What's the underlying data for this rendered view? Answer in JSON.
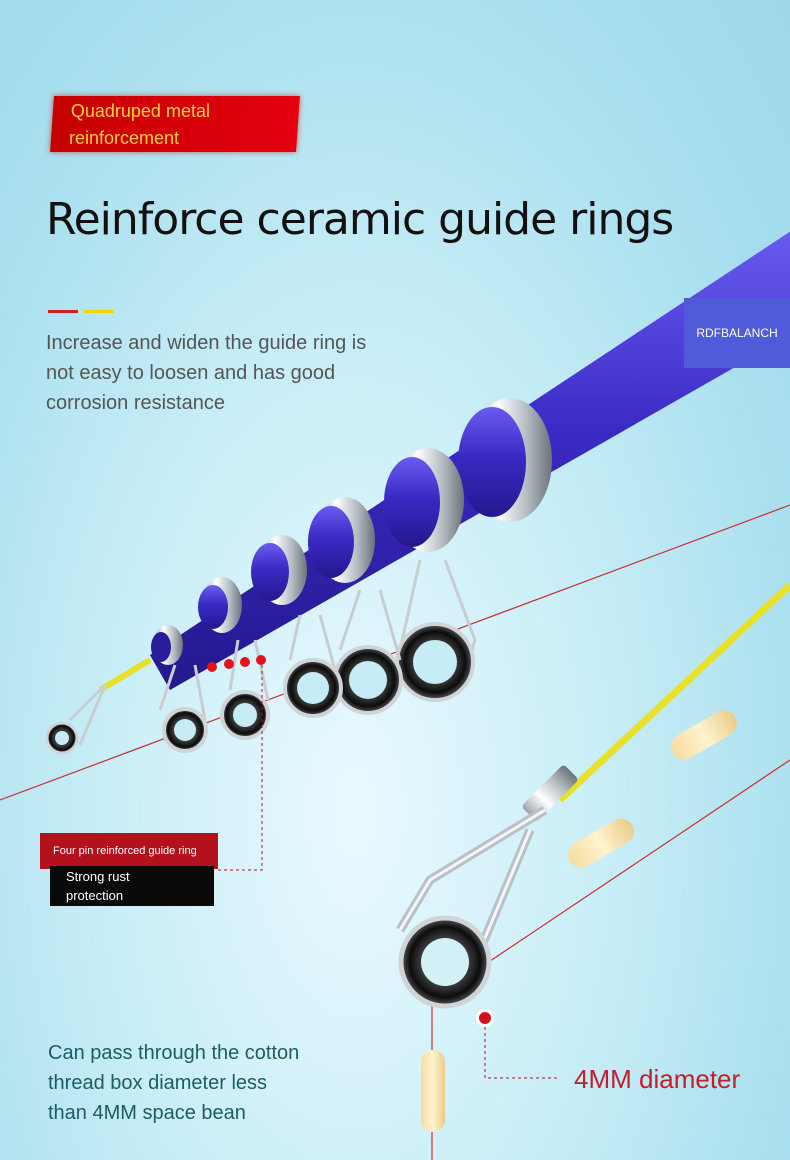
{
  "badge": {
    "line1": "Quadruped metal",
    "line2": "reinforcement"
  },
  "headline": "Reinforce ceramic guide rings",
  "description": "Increase and widen the guide ring is\n not easy to loosen and has good\ncorrosion resistance",
  "brand": "RDFBALANCH",
  "callout_ring": "Four pin reinforced guide ring",
  "callout_rust": "Strong rust\nprotection",
  "pass_text": "Can pass through the cotton\nthread box diameter less\nthan 4MM space bean",
  "diameter_label": "4MM diameter",
  "colors": {
    "rod_blue": "#3f2ec9",
    "accent_red": "#c21f2a",
    "line_yellow": "#e8e12a",
    "headline": "#111111"
  }
}
